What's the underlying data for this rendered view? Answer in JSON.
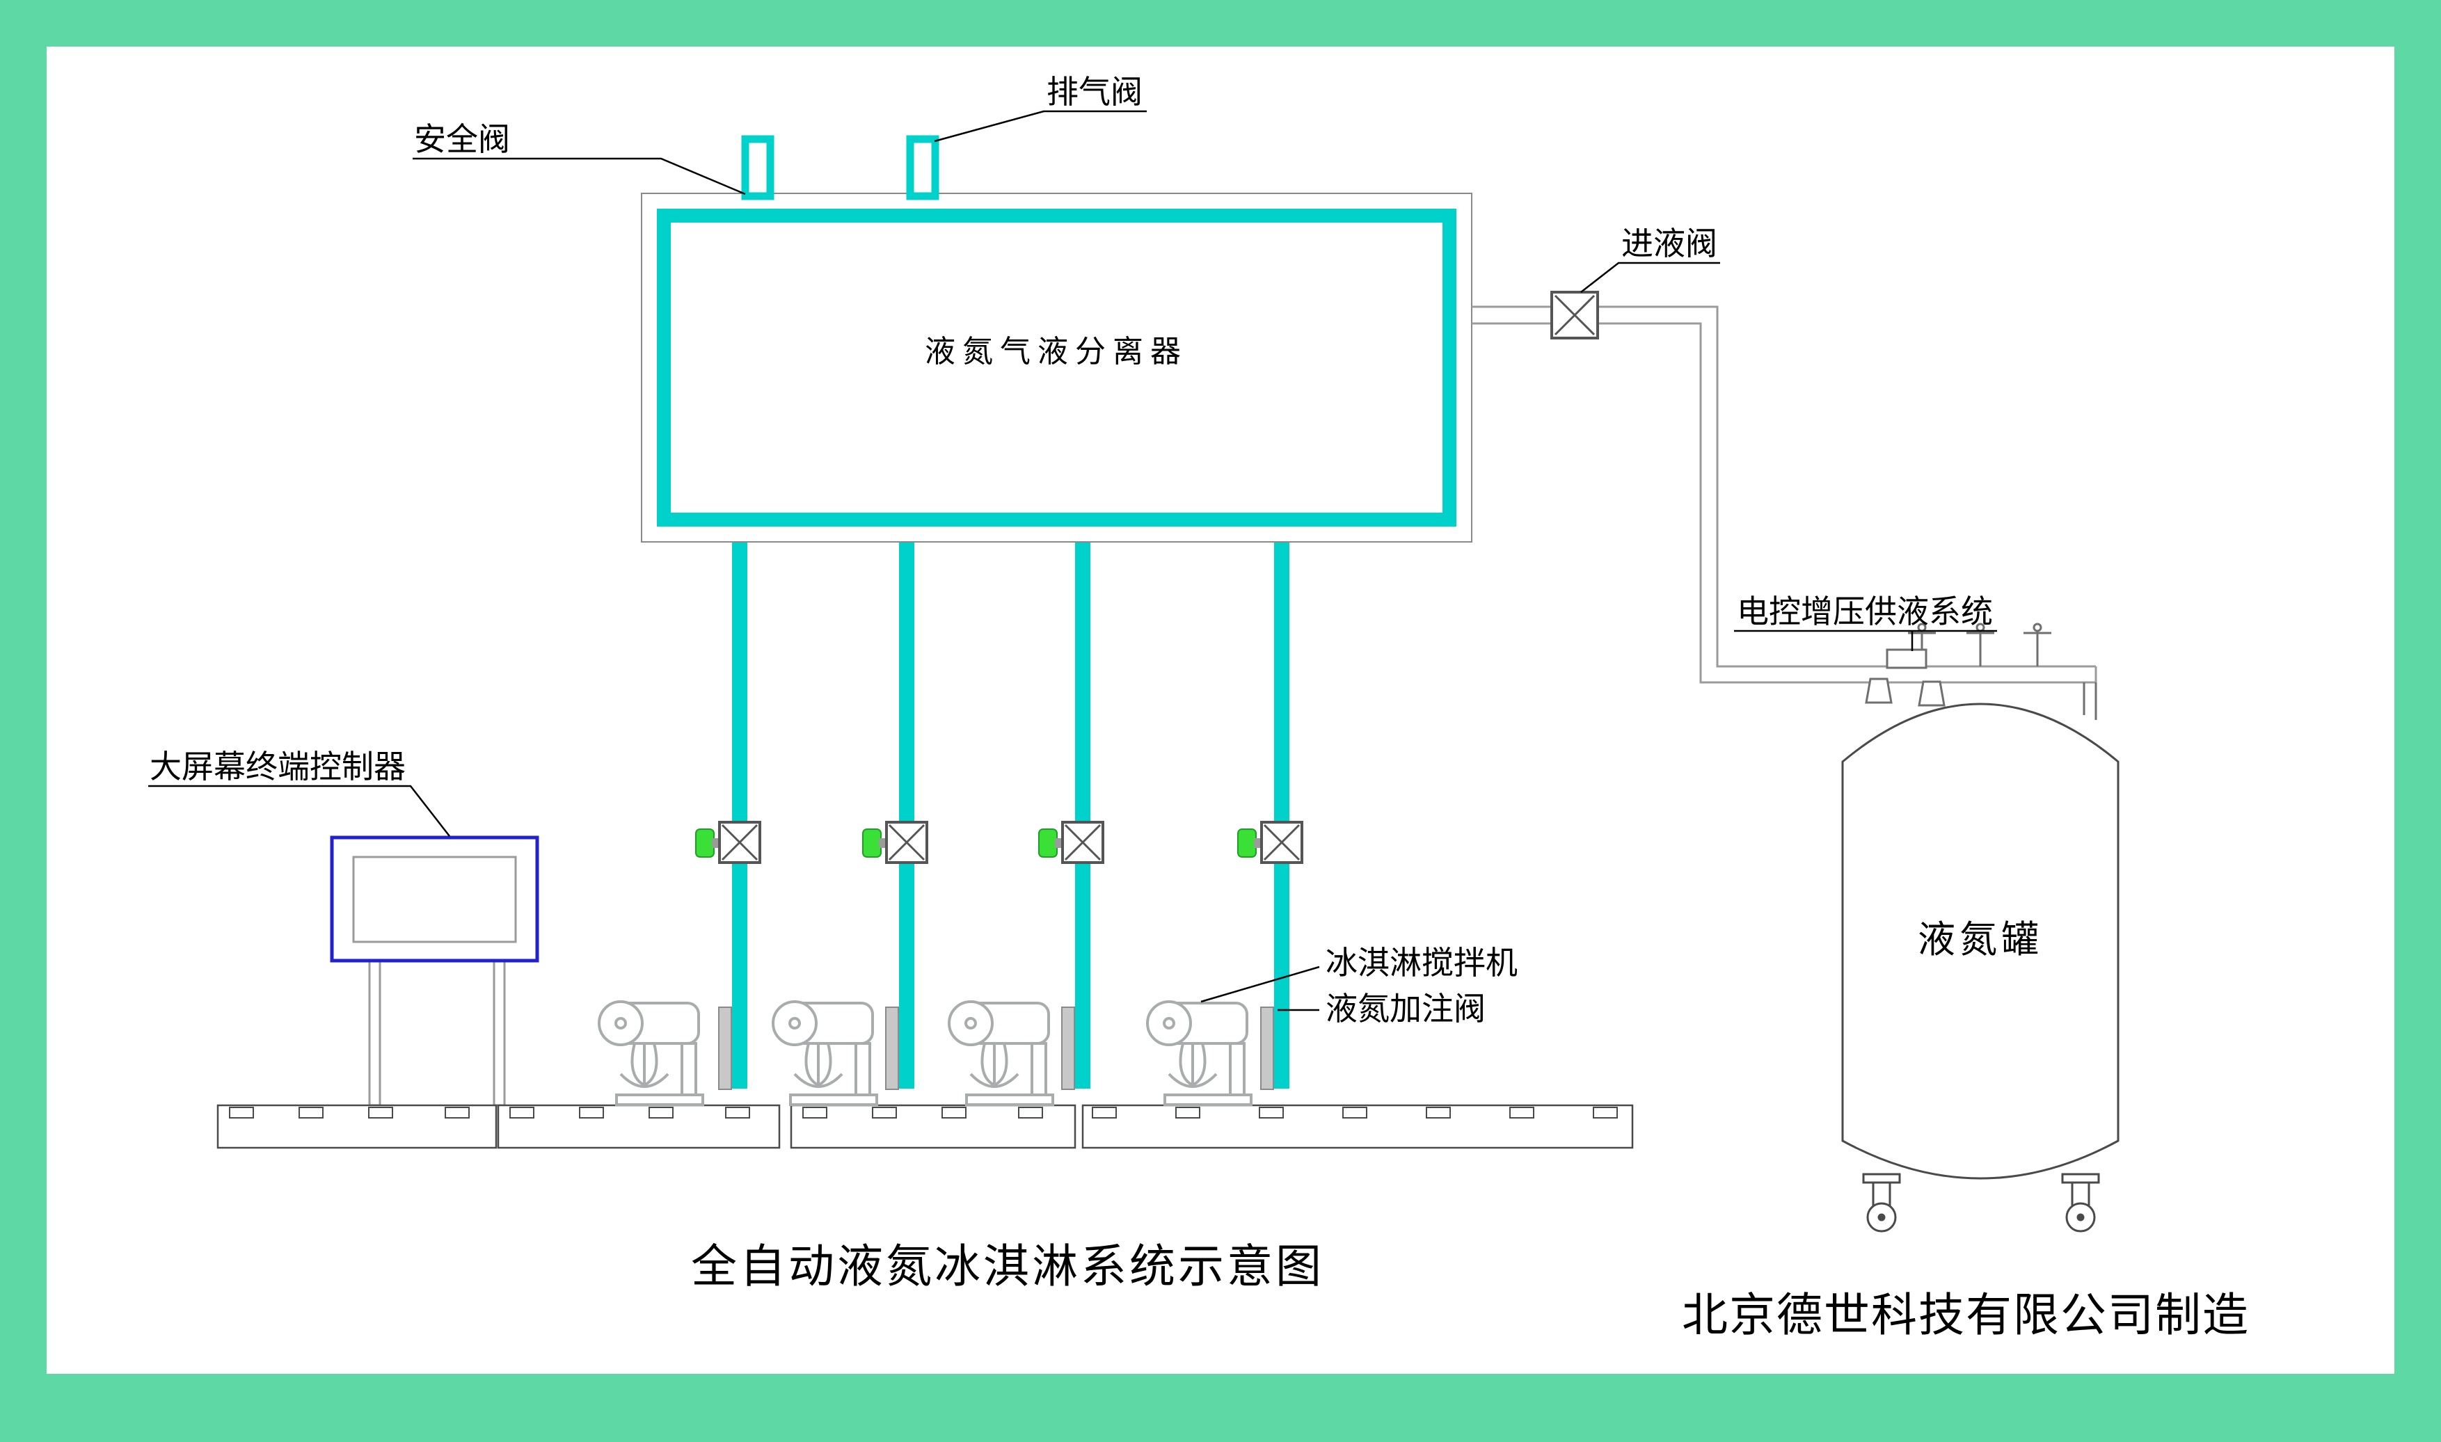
{
  "title": "全自动液氮冰淇淋系统示意图",
  "manufacturer": "北京德世科技有限公司制造",
  "labels": {
    "safety_valve": "安全阀",
    "exhaust_valve": "排气阀",
    "separator": "液氮气液分离器",
    "inlet_valve": "进液阀",
    "supply_system": "电控增压供液系统",
    "tank": "液氮罐",
    "controller": "大屏幕终端控制器",
    "mixer": "冰淇淋搅拌机",
    "fill_valve": "液氮加注阀"
  },
  "colors": {
    "background": "#5ed8a5",
    "canvas": "#ffffff",
    "pipe_cyan": "#00d1cb",
    "equipment_gray": "#a9acac",
    "supply_pipe_gray": "#9b9b9b",
    "line_dark": "#4a4a4a",
    "monitor_blue": "#2222cc",
    "actuator_green": "#3ae035"
  }
}
